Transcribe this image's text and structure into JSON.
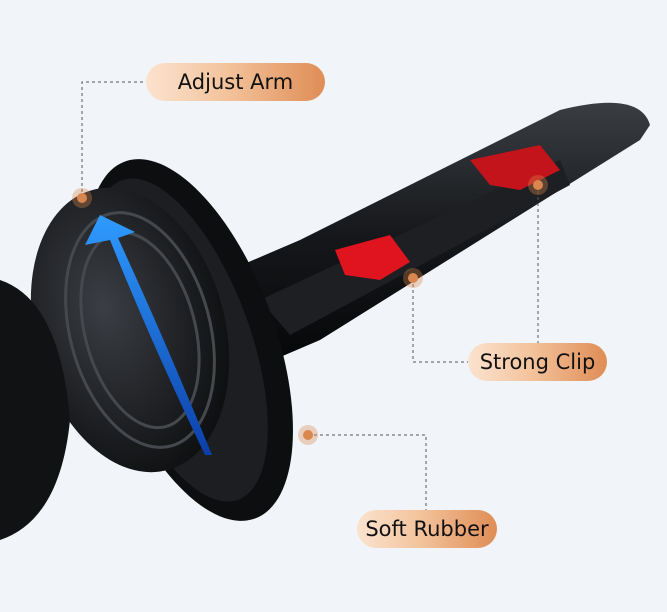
{
  "labels": {
    "adjust_arm": "Adjust Arm",
    "strong_clip": "Strong Clip",
    "soft_rubber": "Soft Rubber"
  },
  "colors": {
    "background": "#f1f5f9",
    "pill_start": "#fbe3cf",
    "pill_end": "#df8d55",
    "clip_red": "#e0141e",
    "arrow_blue": "#1e7cf0",
    "marker": "#d9874e"
  }
}
